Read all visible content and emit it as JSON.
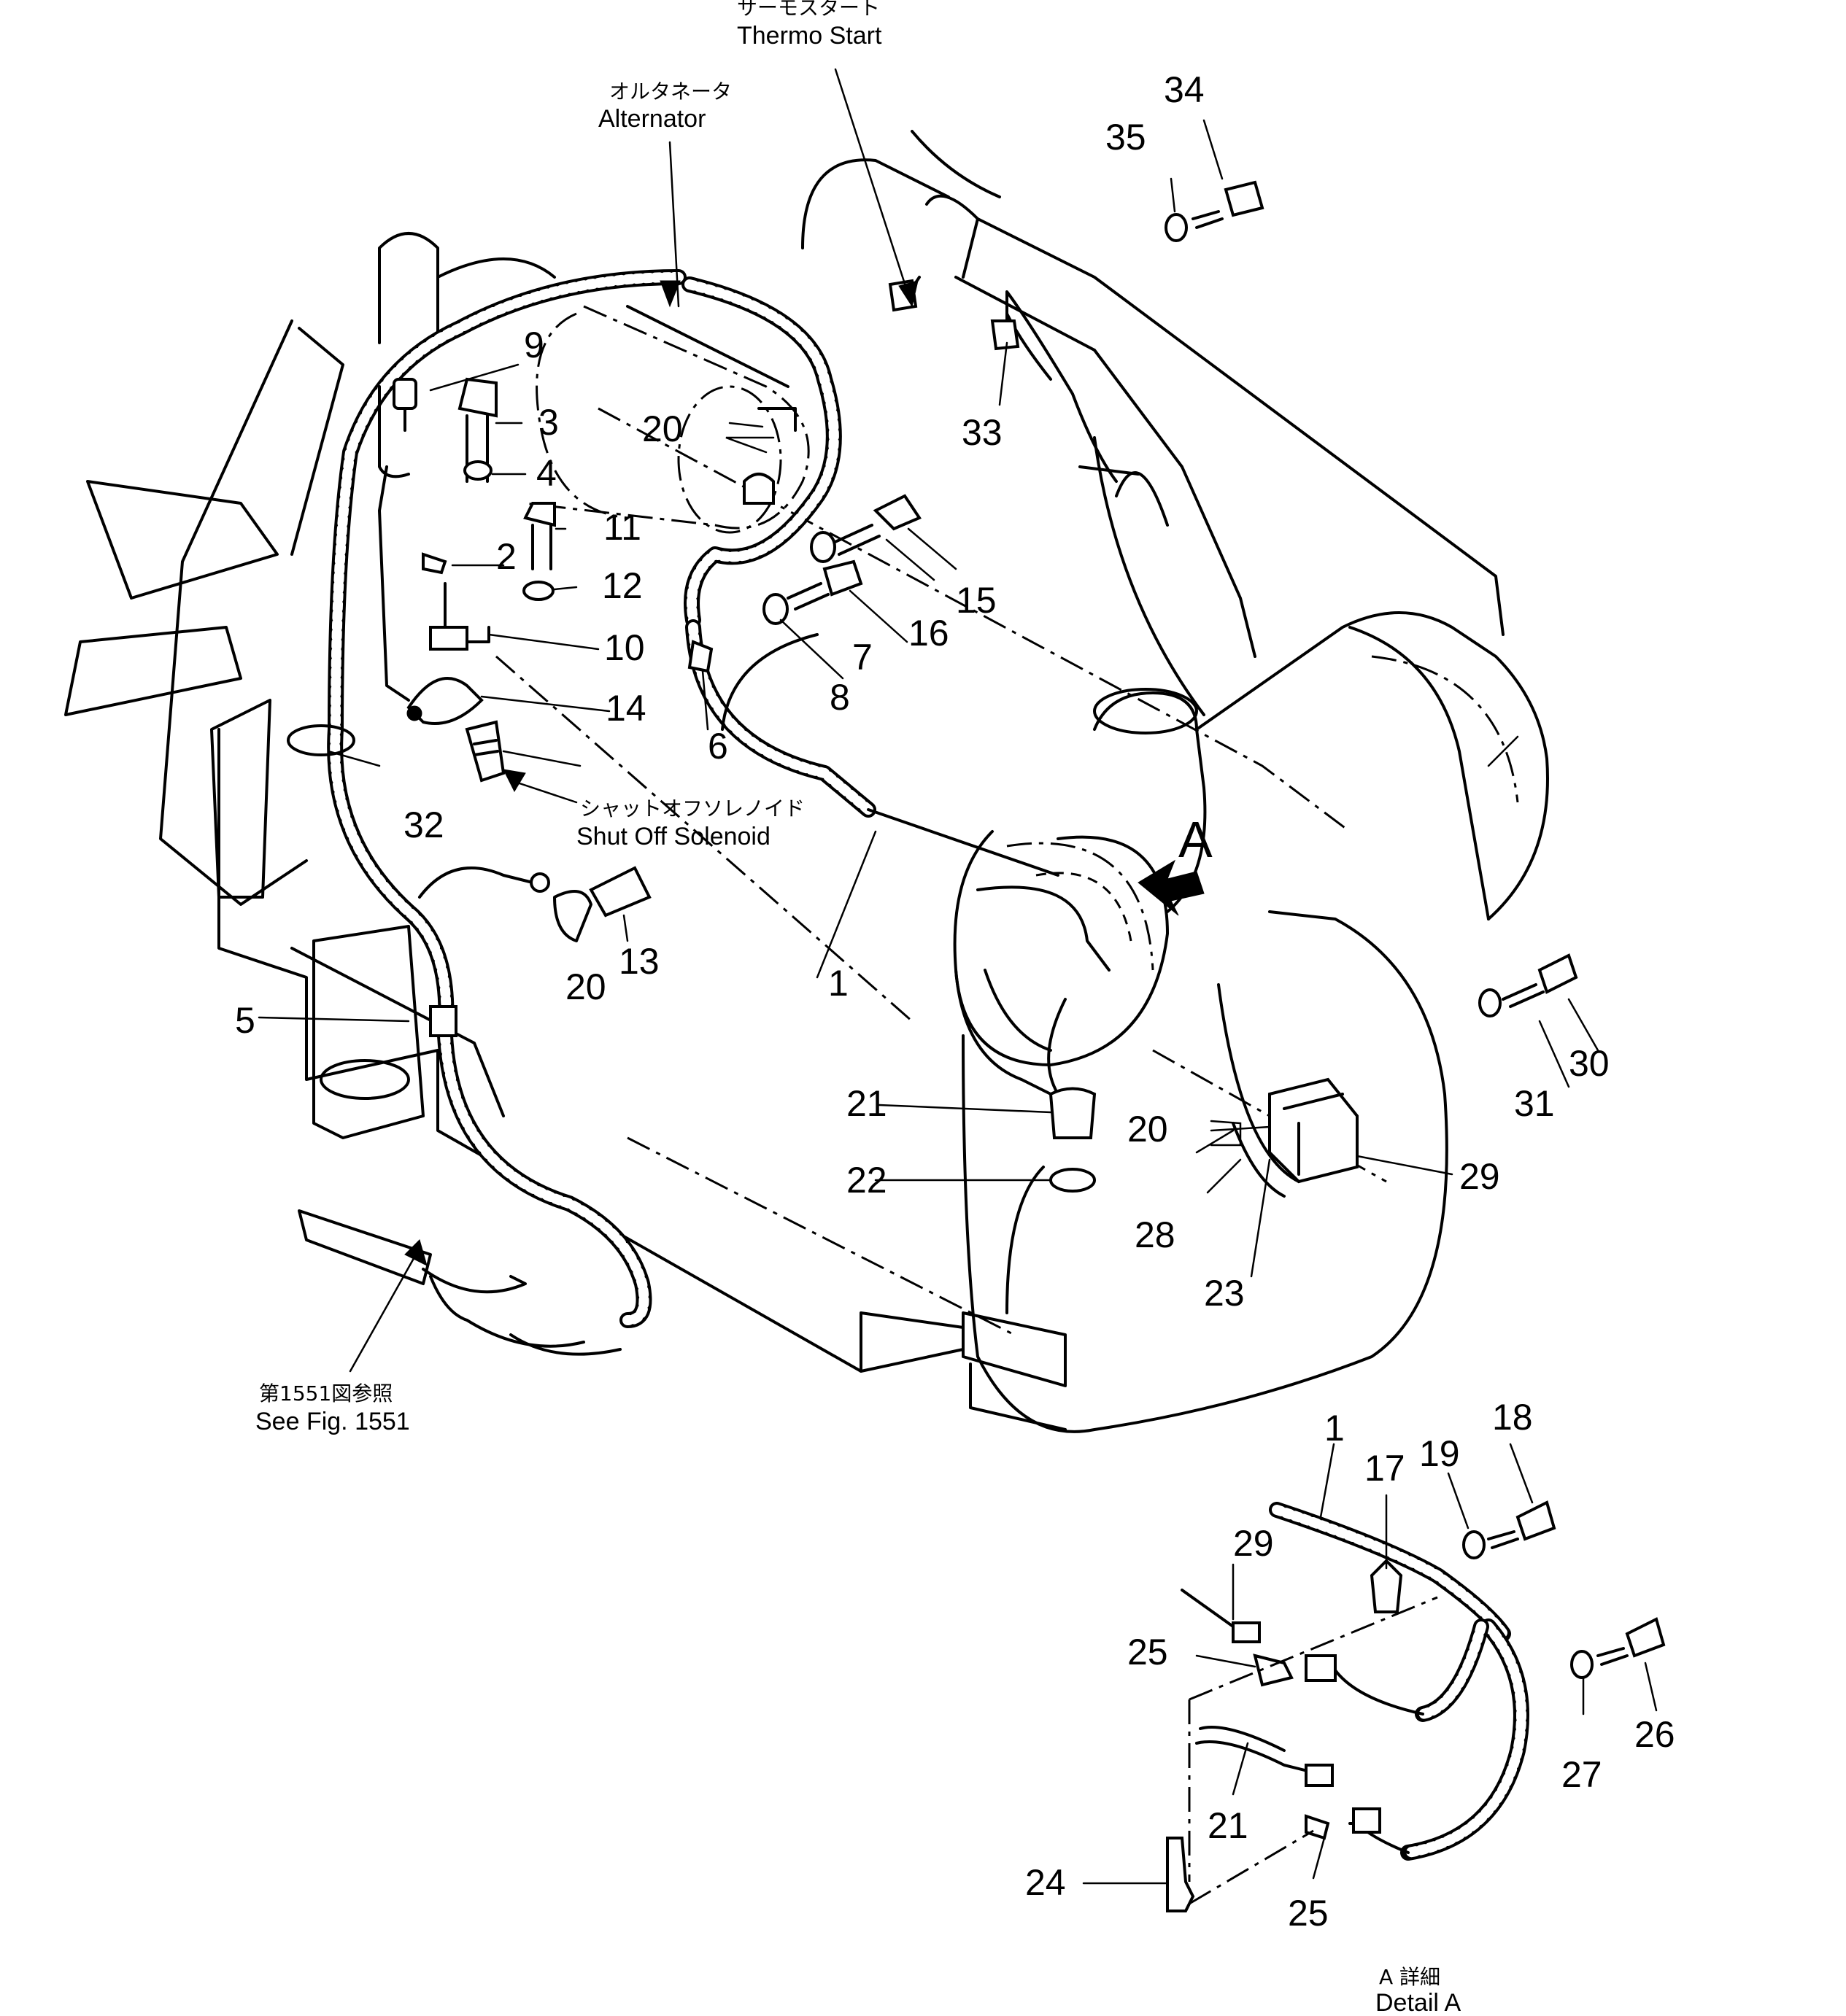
{
  "labels": {
    "thermo_start_jp": "サーモスタート",
    "thermo_start": "Thermo Start",
    "alternator_jp": "オルタネータ",
    "alternator": "Alternator",
    "shut_off_jp": "シャットオフソレノイド",
    "shut_off": "Shut Off Solenoid",
    "see_fig_jp": "第1551図参照",
    "see_fig": "See Fig. 1551",
    "detail_jp": "A 詳細",
    "detail": "Detail A",
    "view_marker": "A"
  },
  "callouts": {
    "n1": "1",
    "n2": "2",
    "n3": "3",
    "n4": "4",
    "n5": "5",
    "n6": "6",
    "n7": "7",
    "n8": "8",
    "n9": "9",
    "n10": "10",
    "n11": "11",
    "n12": "12",
    "n13": "13",
    "n14": "14",
    "n15": "15",
    "n16": "16",
    "n20a": "20",
    "n20b": "20",
    "n20c": "20",
    "n21": "21",
    "n22": "22",
    "n23": "23",
    "n28": "28",
    "n29": "29",
    "n30": "30",
    "n31": "31",
    "n32": "32",
    "n33": "33",
    "n34": "34",
    "n35": "35",
    "d1": "1",
    "d17": "17",
    "d18": "18",
    "d19": "19",
    "d21": "21",
    "d24": "24",
    "d25a": "25",
    "d25b": "25",
    "d26": "26",
    "d27": "27",
    "d29": "29"
  }
}
